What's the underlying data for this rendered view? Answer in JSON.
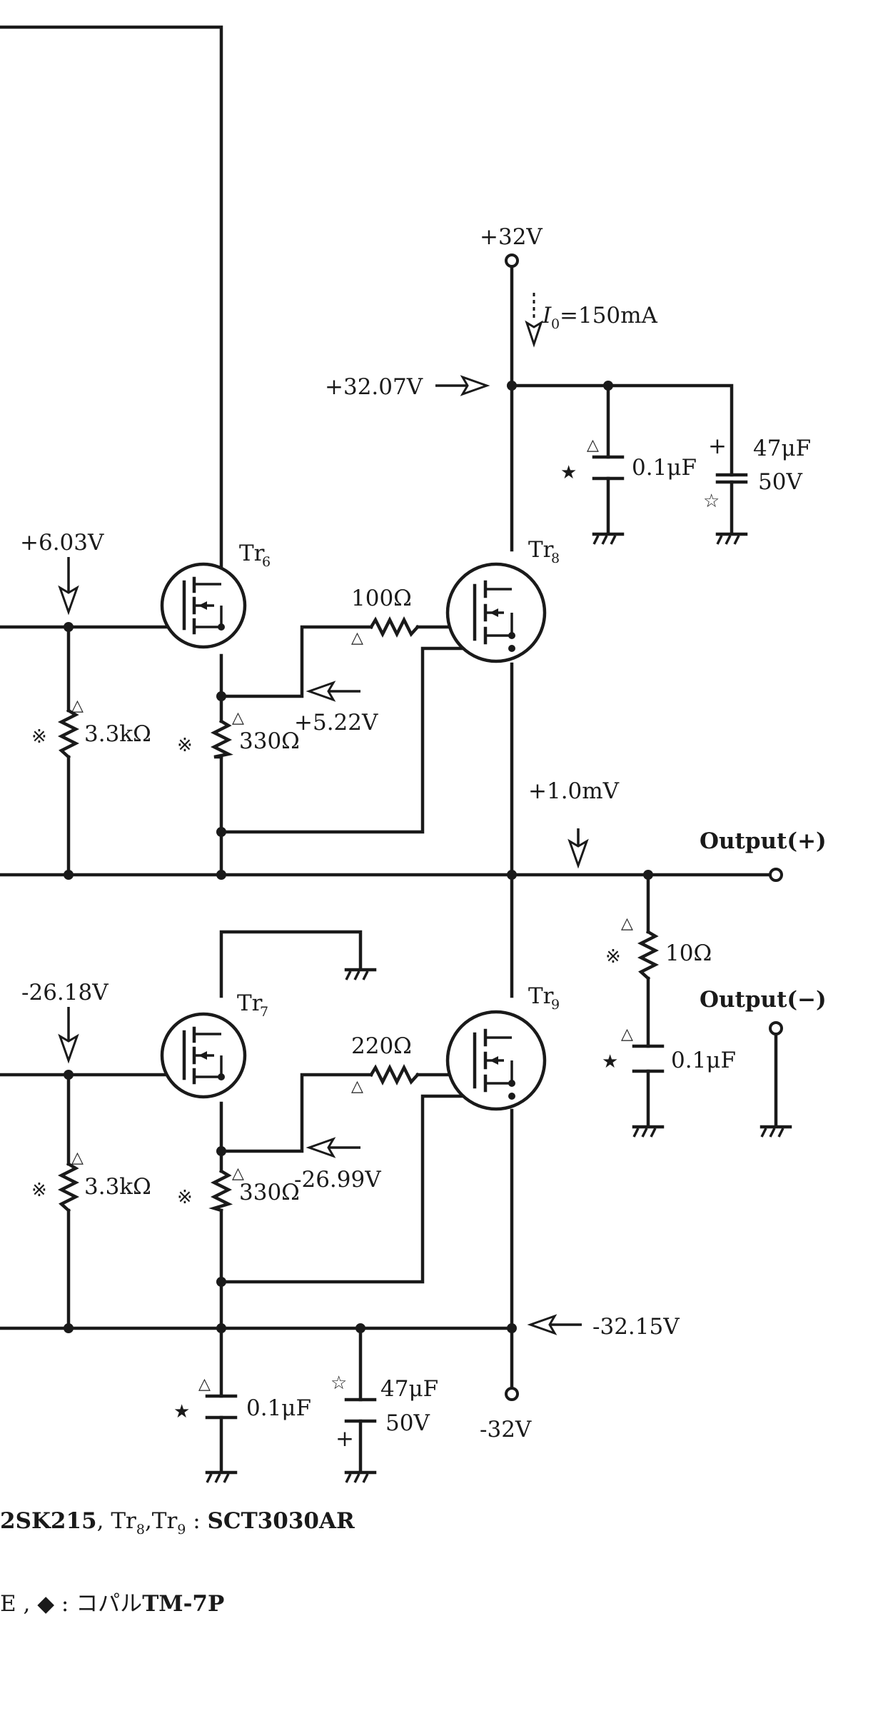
{
  "rails": {
    "pos_supply": "+32V",
    "neg_supply": "-32V",
    "idle_current_symbol": "I",
    "idle_current_sub": "0",
    "idle_current_value": "=150mA"
  },
  "voltages": {
    "v_pos_rail": "+32.07V",
    "v_tr6_gate": "+6.03V",
    "v_tr6_source": "+5.22V",
    "v_output": "+1.0mV",
    "v_tr7_gate": "-26.18V",
    "v_tr7_source": "-26.99V",
    "v_neg_rail": "-32.15V"
  },
  "transistors": {
    "tr6": "Tr",
    "tr6_sub": "6",
    "tr7": "Tr",
    "tr7_sub": "7",
    "tr8": "Tr",
    "tr8_sub": "8",
    "tr9": "Tr",
    "tr9_sub": "9"
  },
  "components": {
    "r_gate_upper": "100Ω",
    "r_gate_lower": "220Ω",
    "r_bias_upper_left": "3.3kΩ",
    "r_bias_upper_right": "330Ω",
    "r_bias_lower_left": "3.3kΩ",
    "r_bias_lower_right": "330Ω",
    "r_zobel": "10Ω",
    "c_zobel": "0.1μF",
    "c_pos_bypass": "0.1μF",
    "c_pos_elec": "47μF",
    "c_pos_elec_v": "50V",
    "c_neg_bypass": "0.1μF",
    "c_neg_elec": "47μF",
    "c_neg_elec_v": "50V"
  },
  "outputs": {
    "out_pos": "Output(+)",
    "out_neg": "Output(−)"
  },
  "markers": {
    "star": "★",
    "open_star": "☆",
    "ref_mark": "※",
    "triangle": "△",
    "plus": "+"
  },
  "footer": {
    "line1_prefix": "2SK215",
    "line1_mid": ", Tr",
    "line1_sub1": "8",
    "line1_comma": ",Tr",
    "line1_sub2": "9",
    "line1_colon": " : ",
    "line1_part": "SCT3030AR",
    "line2_prefix": "E ,  ◆ : ",
    "line2_jp": "コパル",
    "line2_part": "TM-7P"
  }
}
